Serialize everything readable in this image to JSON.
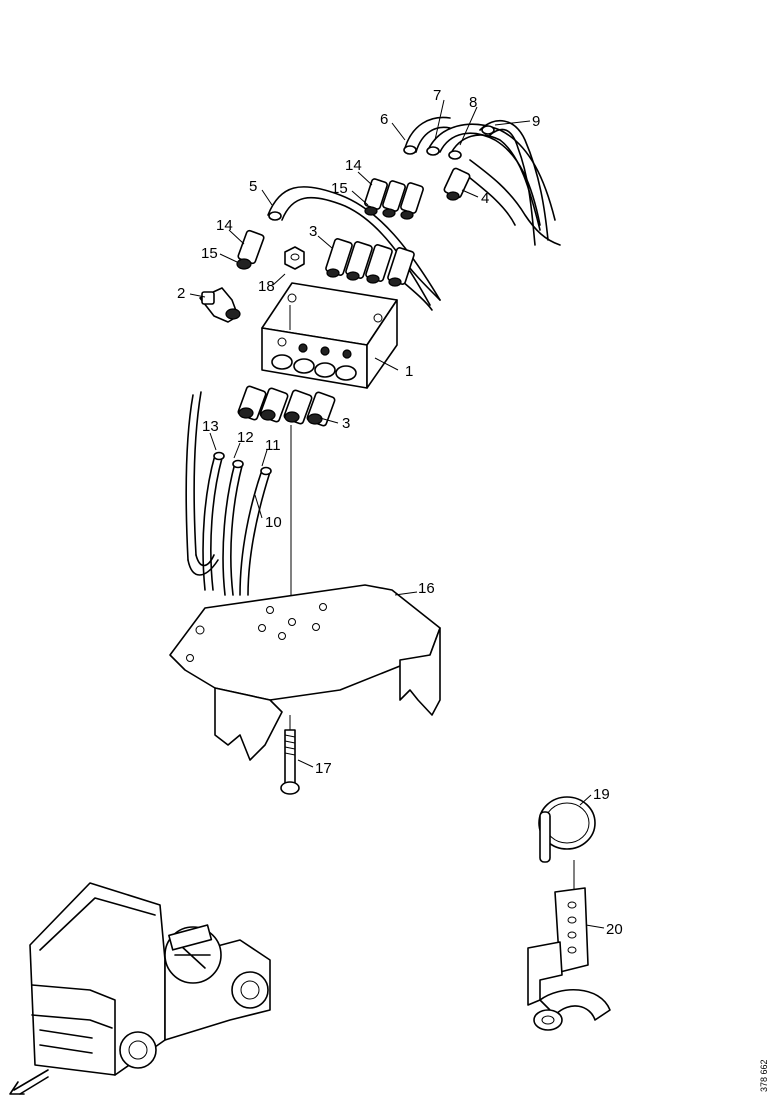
{
  "diagram": {
    "callouts": {
      "c1": "1",
      "c2": "2",
      "c3a": "3",
      "c3b": "3",
      "c4": "4",
      "c5": "5",
      "c6": "6",
      "c7": "7",
      "c8": "8",
      "c9": "9",
      "c10": "10",
      "c11": "11",
      "c12": "12",
      "c13": "13",
      "c14a": "14",
      "c14b": "14",
      "c15a": "15",
      "c15b": "15",
      "c16": "16",
      "c17": "17",
      "c18": "18",
      "c19": "19",
      "c20": "20"
    },
    "reference_number": "378 662"
  }
}
